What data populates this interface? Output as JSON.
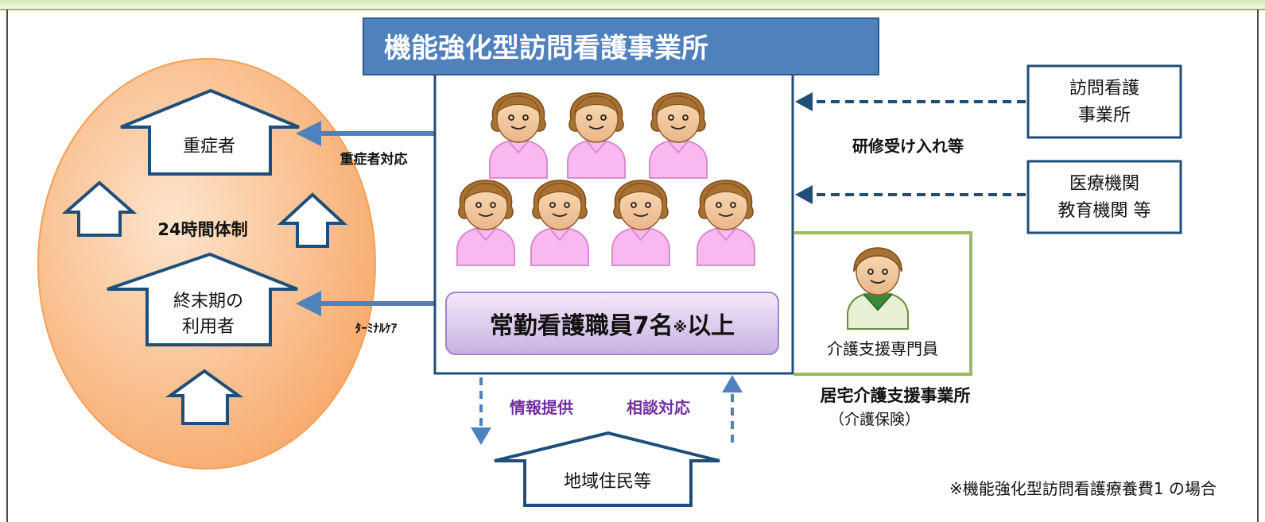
{
  "title": "機能強化型訪問看護事業所",
  "patients": {
    "severe": "重症者",
    "system_24h": "24時間体制",
    "terminal_line1": "終末期の",
    "terminal_line2": "利用者"
  },
  "arrows": {
    "severe_support": "重症者対応",
    "terminal_care": "ﾀｰﾐﾅﾙｹｱ",
    "training": "研修受け入れ等",
    "info": "情報提供",
    "consult": "相談対応"
  },
  "staff_requirement": {
    "main": "常勤看護職員7名",
    "mark": "※",
    "suffix": "以上"
  },
  "partners": {
    "station_line1": "訪問看護",
    "station_line2": "事業所",
    "med_line1": "医療機関",
    "med_line2": "教育機関 等"
  },
  "care_manager": {
    "role": "介護支援専門員",
    "office": "居宅介護支援事業所",
    "insurance": "（介護保険）"
  },
  "community": "地域住民等",
  "footnote": "※機能強化型訪問看護療養費1 の場合",
  "colors": {
    "title_bg": "#4f81bd",
    "house_stroke": "#1f4e79",
    "ellipse_fill": "#fbbf8f",
    "label_purple": "#7030a0",
    "green_frame": "#9bbb59"
  }
}
